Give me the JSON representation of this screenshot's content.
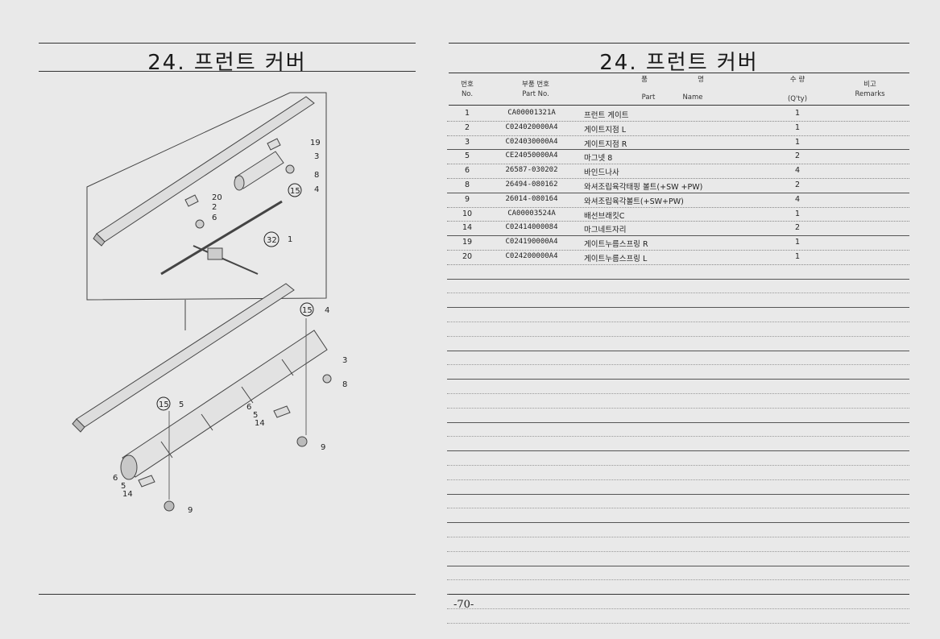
{
  "left": {
    "title": "24. 프런트 커버",
    "callouts": [
      "19",
      "3",
      "8",
      "15",
      "4",
      "20",
      "2",
      "6",
      "32",
      "1",
      "15",
      "4",
      "3",
      "8",
      "15",
      "5",
      "6",
      "5",
      "14",
      "9",
      "6",
      "5",
      "14",
      "9"
    ]
  },
  "right": {
    "title": "24. 프런트 커버",
    "headers": {
      "no_ko": "번호",
      "no_en": "No.",
      "part_ko": "부품 번호",
      "part_en": "Part  No.",
      "name_ko_1": "품",
      "name_ko_2": "명",
      "name_en_1": "Part",
      "name_en_2": "Name",
      "qty_ko": "수  량",
      "qty_en": "(Q'ty)",
      "rem_ko": "비고",
      "rem_en": "Remarks"
    },
    "rows": [
      {
        "no": "1",
        "part": "CA00001321A",
        "name": "프런트 게이트",
        "qty": "1"
      },
      {
        "no": "2",
        "part": "C024020000A4",
        "name": "게이트지점 L",
        "qty": "1"
      },
      {
        "no": "3",
        "part": "C024030000A4",
        "name": "게이트지점 R",
        "qty": "1"
      },
      {
        "no": "5",
        "part": "CE24050000A4",
        "name": "마그넷 8",
        "qty": "2"
      },
      {
        "no": "6",
        "part": "26587-030202",
        "name": "바인드나사",
        "qty": "4"
      },
      {
        "no": "8",
        "part": "26494-080162",
        "name": "와셔조립육각태핑 볼트(+SW +PW)",
        "qty": "2"
      },
      {
        "no": "9",
        "part": "26014-080164",
        "name": "와셔조립육각볼트(+SW+PW)",
        "qty": "4"
      },
      {
        "no": "10",
        "part": "CA00003524A",
        "name": "배선브래킷C",
        "qty": "1"
      },
      {
        "no": "14",
        "part": "C02414000084",
        "name": "마그네트자리",
        "qty": "2"
      },
      {
        "no": "19",
        "part": "C024190000A4",
        "name": "게이트누름스프링 R",
        "qty": "1"
      },
      {
        "no": "20",
        "part": "C024200000A4",
        "name": "게이트누름스프링 L",
        "qty": "1"
      }
    ],
    "page_number": "-70-"
  }
}
